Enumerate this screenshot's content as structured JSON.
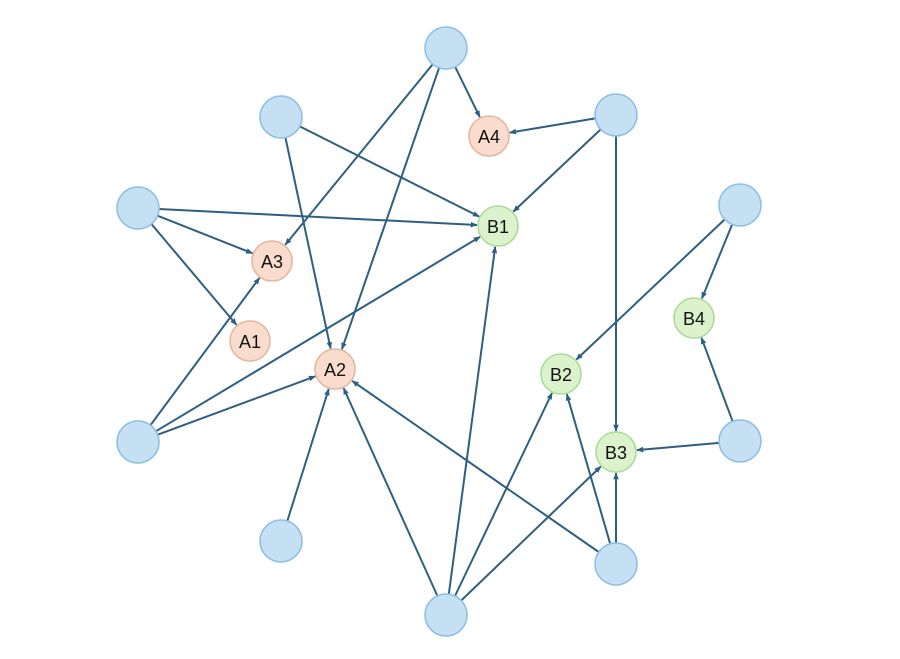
{
  "colors": {
    "edge": "#2f5f80",
    "source_fill": "#c6e0f3",
    "source_stroke": "#8ebfe3",
    "group_a_fill": "#f9dccd",
    "group_a_stroke": "#e5b7a0",
    "group_b_fill": "#dbf2cd",
    "group_b_stroke": "#aedb98"
  },
  "nodes": [
    {
      "id": "s_top",
      "label": "",
      "group": "source"
    },
    {
      "id": "s_topleft",
      "label": "",
      "group": "source"
    },
    {
      "id": "s_topright",
      "label": "",
      "group": "source"
    },
    {
      "id": "s_left",
      "label": "",
      "group": "source"
    },
    {
      "id": "s_right",
      "label": "",
      "group": "source"
    },
    {
      "id": "s_lowerleft",
      "label": "",
      "group": "source"
    },
    {
      "id": "s_lowerright",
      "label": "",
      "group": "source"
    },
    {
      "id": "s_bottomleft",
      "label": "",
      "group": "source"
    },
    {
      "id": "s_bottomright",
      "label": "",
      "group": "source"
    },
    {
      "id": "s_bottom",
      "label": "",
      "group": "source"
    },
    {
      "id": "A1",
      "label": "A1",
      "group": "a"
    },
    {
      "id": "A2",
      "label": "A2",
      "group": "a"
    },
    {
      "id": "A3",
      "label": "A3",
      "group": "a"
    },
    {
      "id": "A4",
      "label": "A4",
      "group": "a"
    },
    {
      "id": "B1",
      "label": "B1",
      "group": "b"
    },
    {
      "id": "B2",
      "label": "B2",
      "group": "b"
    },
    {
      "id": "B3",
      "label": "B3",
      "group": "b"
    },
    {
      "id": "B4",
      "label": "B4",
      "group": "b"
    }
  ],
  "edges": [
    [
      "s_top",
      "A4"
    ],
    [
      "s_top",
      "A3"
    ],
    [
      "s_top",
      "A2"
    ],
    [
      "s_topleft",
      "B1"
    ],
    [
      "s_topleft",
      "A2"
    ],
    [
      "s_topright",
      "A4"
    ],
    [
      "s_topright",
      "B1"
    ],
    [
      "s_topright",
      "B3"
    ],
    [
      "s_left",
      "B1"
    ],
    [
      "s_left",
      "A3"
    ],
    [
      "s_left",
      "A1"
    ],
    [
      "s_right",
      "B4"
    ],
    [
      "s_right",
      "B2"
    ],
    [
      "s_lowerleft",
      "A3"
    ],
    [
      "s_lowerleft",
      "B1"
    ],
    [
      "s_lowerleft",
      "A2"
    ],
    [
      "s_lowerright",
      "B4"
    ],
    [
      "s_lowerright",
      "B3"
    ],
    [
      "s_bottomleft",
      "A2"
    ],
    [
      "s_bottomright",
      "A2"
    ],
    [
      "s_bottomright",
      "B2"
    ],
    [
      "s_bottomright",
      "B3"
    ],
    [
      "s_bottom",
      "A2"
    ],
    [
      "s_bottom",
      "B1"
    ],
    [
      "s_bottom",
      "B2"
    ],
    [
      "s_bottom",
      "B3"
    ]
  ]
}
